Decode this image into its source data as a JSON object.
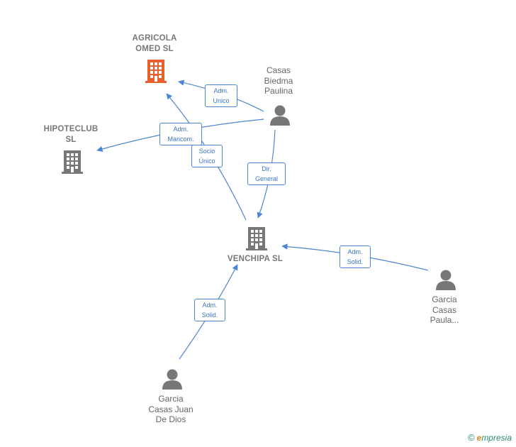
{
  "nodes": {
    "agricola": {
      "label_line1": "AGRICOLA",
      "label_line2": "OMED  SL",
      "icon": "building-icon",
      "color": "#e8612c"
    },
    "hipoteclub": {
      "label_line1": "HIPOTECLUB",
      "label_line2": "SL",
      "icon": "building-icon",
      "color": "#777777"
    },
    "venchipa": {
      "label_line1": "VENCHIPA SL",
      "icon": "building-icon",
      "color": "#777777"
    },
    "casas_biedma": {
      "label_line1": "Casas",
      "label_line2": "Biedma",
      "label_line3": "Paulina",
      "icon": "person-icon",
      "color": "#777777"
    },
    "garcia_paula": {
      "label_line1": "Garcia",
      "label_line2": "Casas",
      "label_line3": "Paula...",
      "icon": "person-icon",
      "color": "#777777"
    },
    "garcia_juan": {
      "label_line1": "Garcia",
      "label_line2": "Casas Juan",
      "label_line3": "De Dios",
      "icon": "person-icon",
      "color": "#777777"
    }
  },
  "edges": {
    "adm_unico": {
      "line1": "Adm.",
      "line2": "Unico"
    },
    "adm_mancom": {
      "line1": "Adm.",
      "line2": "Mancom."
    },
    "socio_unico": {
      "line1": "Socio",
      "line2": "Único"
    },
    "dir_general": {
      "line1": "Dir.",
      "line2": "General"
    },
    "adm_solid_paula": {
      "line1": "Adm.",
      "line2": "Solid."
    },
    "adm_solid_juan": {
      "line1": "Adm.",
      "line2": "Solid."
    }
  },
  "colors": {
    "edge": "#4a86d4",
    "highlight": "#e8612c",
    "neutral": "#777777"
  },
  "brand": {
    "copyright": "©",
    "initial": "e",
    "name": "mpresia"
  }
}
